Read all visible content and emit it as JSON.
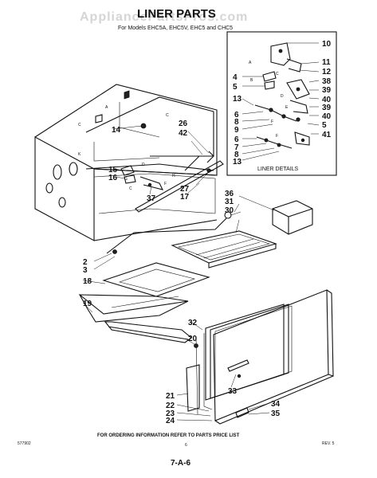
{
  "header": {
    "title": "LINER PARTS",
    "models": "For Models EHC5A, EHC5V, EHC5 and CHC5",
    "watermark": "AppliancePartsPros.com"
  },
  "inset": {
    "caption": "LINER DETAILS"
  },
  "callouts": {
    "inset": [
      "10",
      "11",
      "12",
      "4",
      "5",
      "38",
      "39",
      "40",
      "13",
      "39",
      "40",
      "6",
      "8",
      "9",
      "5",
      "6",
      "7",
      "8",
      "13",
      "41"
    ],
    "main": [
      "26",
      "42",
      "14",
      "15",
      "16",
      "37",
      "27",
      "17",
      "36",
      "31",
      "30",
      "2",
      "3",
      "18",
      "19",
      "32",
      "20",
      "33",
      "21",
      "22",
      "23",
      "24",
      "34",
      "35"
    ]
  },
  "letters": [
    "A",
    "C",
    "K",
    "C",
    "H",
    "D",
    "F",
    "A",
    "B",
    "C",
    "D",
    "E",
    "F",
    "C",
    "G",
    "F"
  ],
  "footer": {
    "left_code": "577902",
    "order_info": "FOR ORDERING INFORMATION REFER TO PARTS PRICE LIST",
    "page_number": "6",
    "rev": "REV. 5",
    "page_ref": "7-A-6"
  }
}
